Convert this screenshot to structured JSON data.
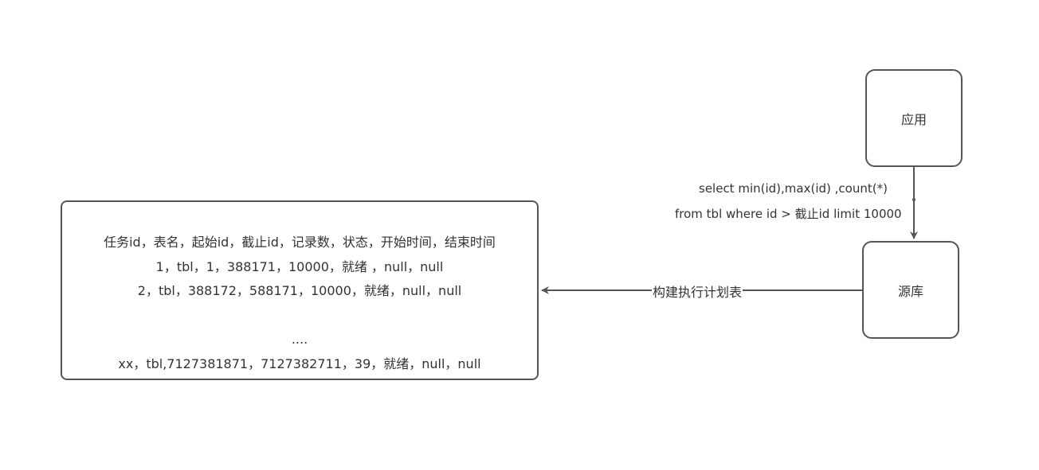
{
  "nodes": {
    "app": {
      "label": "应用"
    },
    "source_db": {
      "label": "源库"
    },
    "plan_table": {
      "lines": [
        "任务id，表名，起始id，截止id，记录数，状态，开始时间，结束时间",
        "1，tbl，1，388171，10000，就绪 ，null，null",
        "2，tbl，388172，588171，10000，就绪，null，null",
        "",
        "....",
        "xx，tbl,7127381871，7127382711，39，就绪，null，null"
      ]
    }
  },
  "edges": {
    "app_to_source": {
      "label_line_1": "select min(id),max(id) ,count(*)",
      "label_line_2": "from tbl where id > 截止id limit 10000"
    },
    "source_to_plan": {
      "label": "构建执行计划表"
    }
  },
  "colors": {
    "stroke": "#555555",
    "text": "#333333",
    "background": "#ffffff"
  }
}
